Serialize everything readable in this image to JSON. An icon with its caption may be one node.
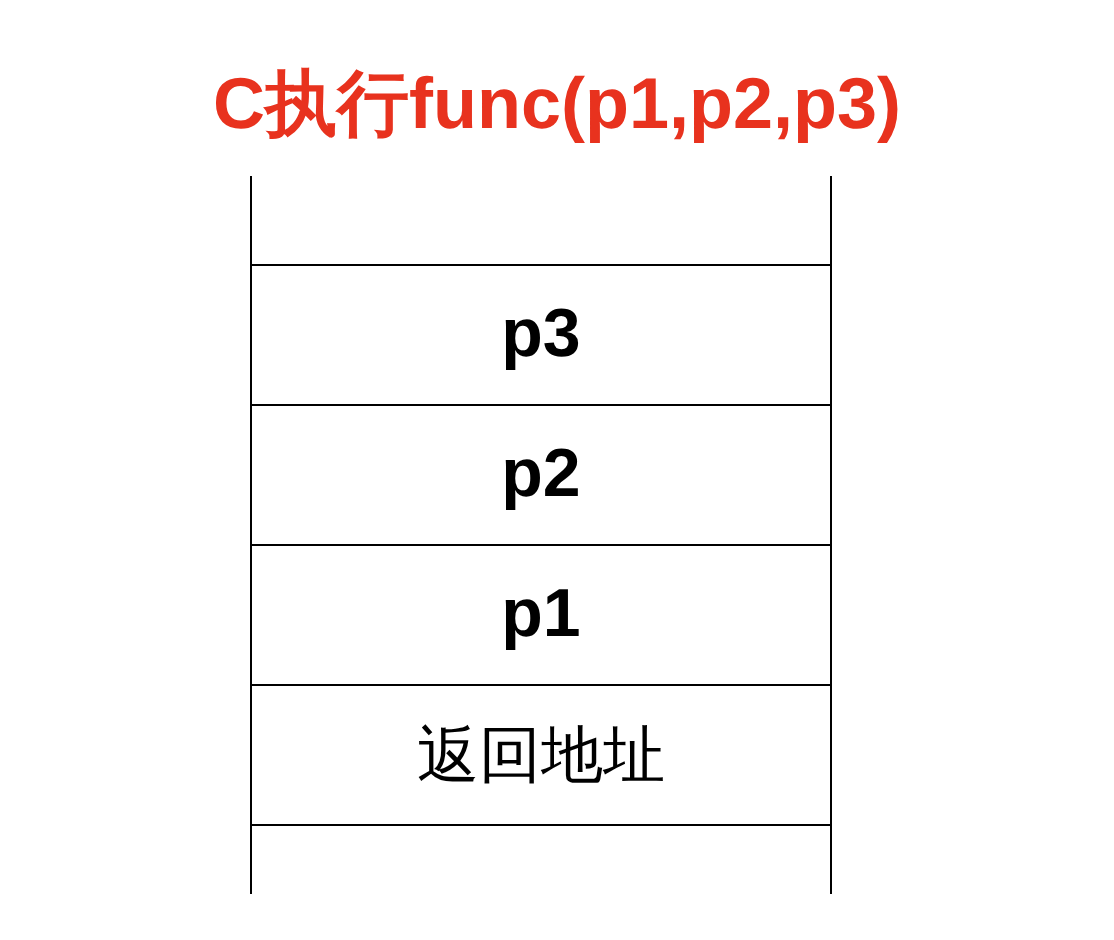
{
  "diagram": {
    "title": "C执行func(p1,p2,p3)",
    "nodes": [
      {
        "text": [
          "p3"
        ]
      },
      {
        "text": [
          "p2"
        ]
      },
      {
        "text": [
          "p1"
        ]
      },
      {
        "text": [
          "返回地址"
        ]
      }
    ]
  }
}
